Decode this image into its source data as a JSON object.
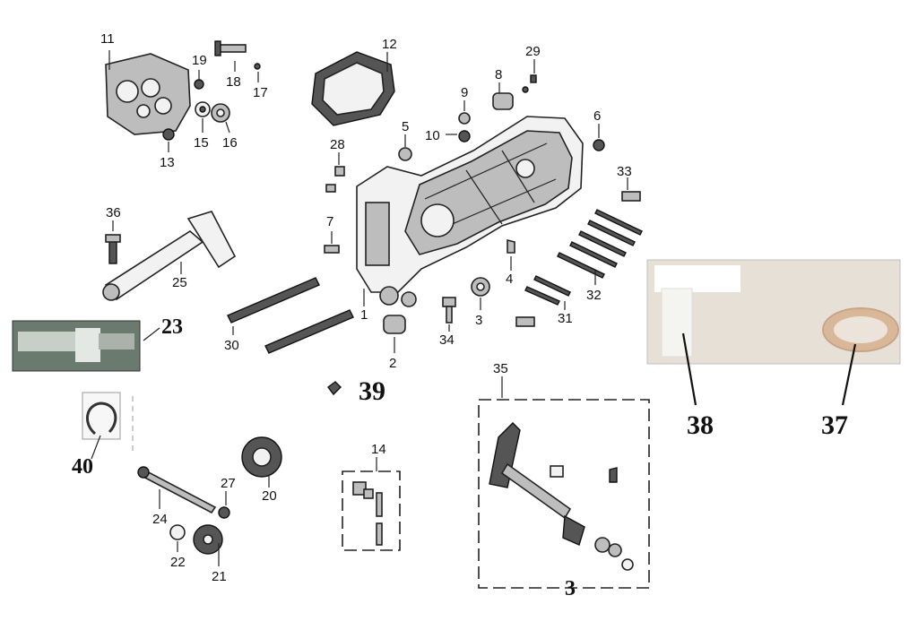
{
  "labels": {
    "p1": "1",
    "p2": "2",
    "p3": "3",
    "p3b": "3",
    "p4": "4",
    "p5": "5",
    "p6": "6",
    "p7": "7",
    "p8": "8",
    "p9": "9",
    "p10": "10",
    "p11": "11",
    "p12": "12",
    "p13": "13",
    "p14": "14",
    "p15": "15",
    "p16": "16",
    "p17": "17",
    "p18": "18",
    "p19": "19",
    "p20": "20",
    "p21": "21",
    "p22": "22",
    "p23": "23",
    "p24": "24",
    "p25": "25",
    "p27": "27",
    "p28": "28",
    "p29": "29",
    "p30": "30",
    "p31": "31",
    "p32": "32",
    "p33": "33",
    "p34": "34",
    "p35": "35",
    "p36": "36",
    "p37": "37",
    "p38": "38",
    "p39": "39",
    "p40": "40"
  }
}
